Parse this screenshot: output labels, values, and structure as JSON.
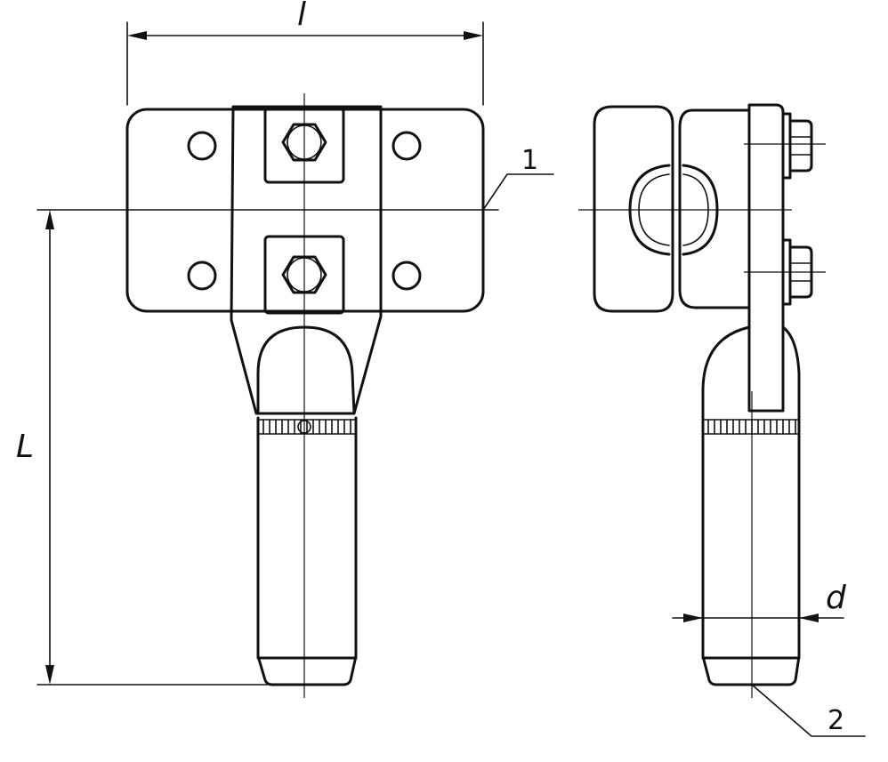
{
  "drawing": {
    "dimensions": {
      "width_label": "l",
      "length_label": "L",
      "diameter_label": "d"
    },
    "callouts": {
      "part_1": "1",
      "part_2": "2"
    }
  }
}
